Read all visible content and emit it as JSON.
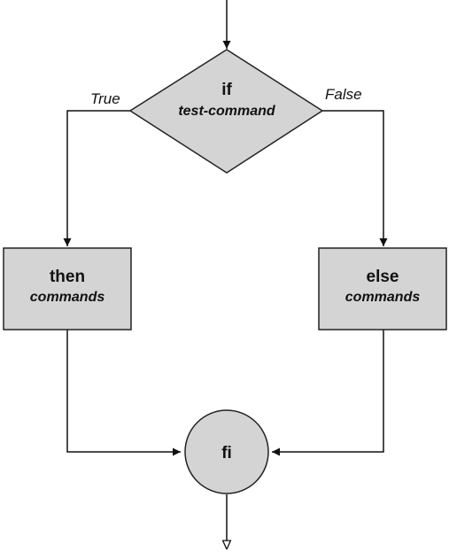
{
  "diagram": {
    "decision": {
      "keyword": "if",
      "condition": "test-command"
    },
    "branch_true_label": "True",
    "branch_false_label": "False",
    "then_box": {
      "keyword": "then",
      "body": "commands"
    },
    "else_box": {
      "keyword": "else",
      "body": "commands"
    },
    "end_node": {
      "keyword": "fi"
    },
    "colors": {
      "fill": "#d4d4d4",
      "stroke": "#222222",
      "line": "#111111"
    }
  }
}
